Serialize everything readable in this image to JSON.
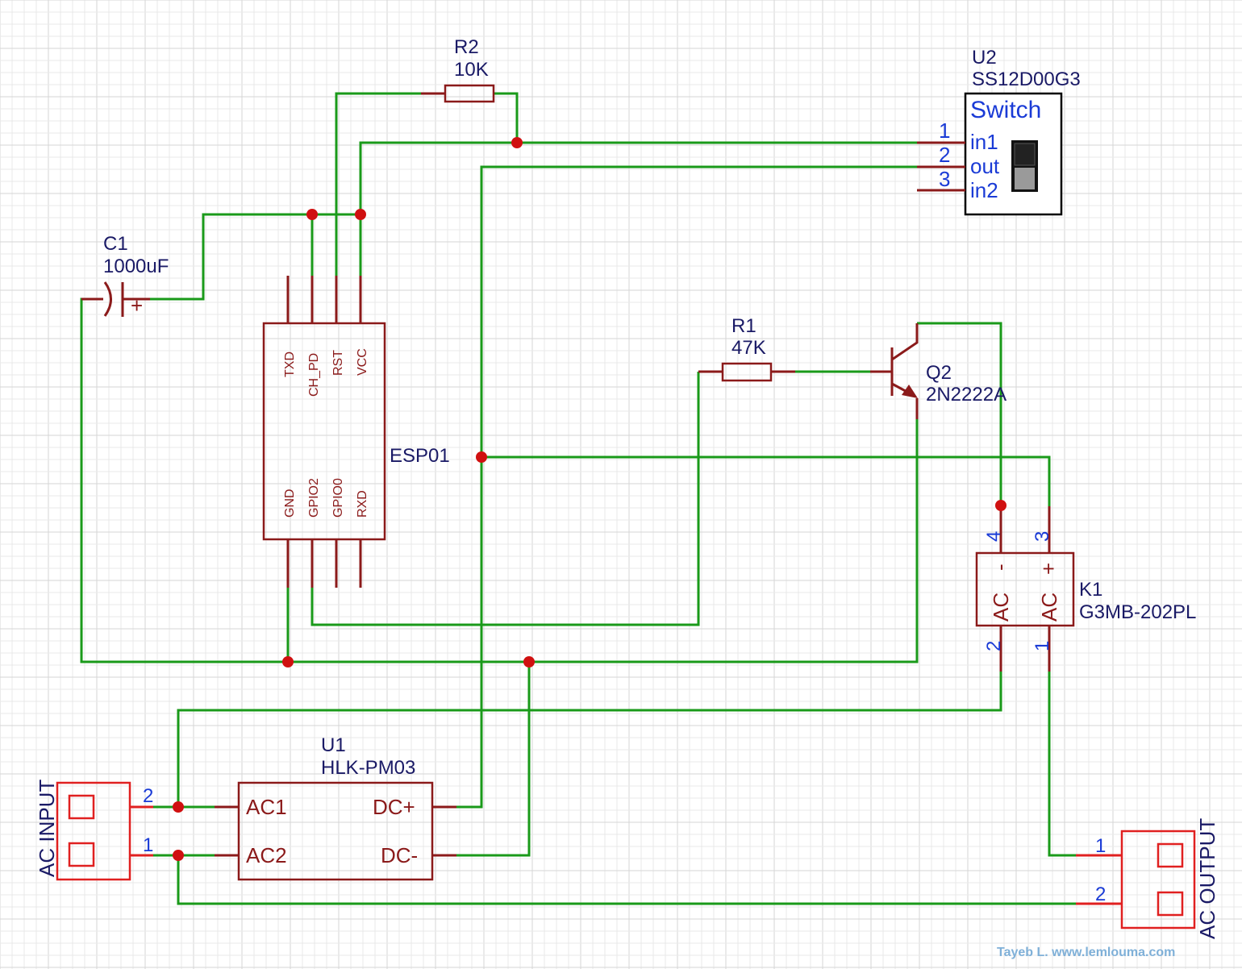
{
  "components": {
    "r2": {
      "ref": "R2",
      "value": "10K"
    },
    "u2": {
      "ref": "U2",
      "value": "SS12D00G3",
      "title": "Switch",
      "pins": [
        {
          "num": "1",
          "name": "in1"
        },
        {
          "num": "2",
          "name": "out"
        },
        {
          "num": "3",
          "name": "in2"
        }
      ]
    },
    "c1": {
      "ref": "C1",
      "value": "1000uF",
      "plus": "+"
    },
    "esp": {
      "label": "ESP01",
      "top_pins": [
        "TXD",
        "CH_PD",
        "RST",
        "VCC"
      ],
      "bottom_pins": [
        "GND",
        "GPIO2",
        "GPIO0",
        "RXD"
      ]
    },
    "r1": {
      "ref": "R1",
      "value": "47K"
    },
    "q2": {
      "ref": "Q2",
      "value": "2N2222A"
    },
    "k1": {
      "ref": "K1",
      "value": "G3MB-202PL",
      "pin4": "4",
      "pin3": "3",
      "pin2": "2",
      "pin1": "1",
      "minus": "-",
      "plus": "+",
      "ac": "AC"
    },
    "u1": {
      "ref": "U1",
      "value": "HLK-PM03",
      "ac1": "AC1",
      "ac2": "AC2",
      "dcp": "DC+",
      "dcm": "DC-"
    },
    "ac_input": {
      "label": "AC INPUT",
      "pin2": "2",
      "pin1": "1"
    },
    "ac_output": {
      "label": "AC OUTPUT",
      "pin1": "1",
      "pin2": "2"
    }
  },
  "credit": "Tayeb L. www.lemlouma.com",
  "colors": {
    "wire": "#1a9a1a",
    "component": "#8b1a1a",
    "pin_number": "#1a3bd6",
    "reference": "#1a1a66",
    "terminal": "#e02020",
    "junction": "#d01010"
  }
}
